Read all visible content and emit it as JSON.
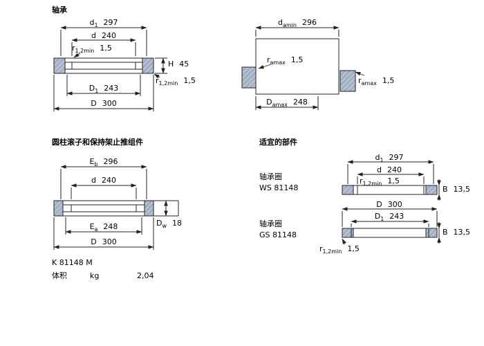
{
  "titles": {
    "top_left": "轴承",
    "bottom_left": "圆柱滚子和保持架止推组件",
    "bottom_right": "适宜的部件"
  },
  "colors": {
    "line": "#222222",
    "hatch_fill": "#b3bfd1",
    "hatch_stroke": "#64748b"
  },
  "bearing": {
    "d1": {
      "base": "d",
      "sub": "1",
      "value": "297"
    },
    "d": {
      "base": "d",
      "sub": "",
      "value": "240"
    },
    "r12_top": {
      "base": "r",
      "sub": "1,2min",
      "value": "1,5"
    },
    "H": {
      "base": "H",
      "sub": "",
      "value": "45"
    },
    "r12_bottom": {
      "base": "r",
      "sub": "1,2min",
      "value": "1,5"
    },
    "D1": {
      "base": "D",
      "sub": "1",
      "value": "243"
    },
    "D": {
      "base": "D",
      "sub": "",
      "value": "300"
    }
  },
  "abutment": {
    "da_min": {
      "base": "d",
      "sub": "amin",
      "value": "296"
    },
    "ra_max_inner": {
      "base": "r",
      "sub": "amax",
      "value": "1,5"
    },
    "ra_max_outer": {
      "base": "r",
      "sub": "amax",
      "value": "1,5"
    },
    "Da_max": {
      "base": "D",
      "sub": "amax",
      "value": "248"
    }
  },
  "assembly": {
    "Eb": {
      "base": "E",
      "sub": "b",
      "value": "296"
    },
    "d": {
      "base": "d",
      "sub": "",
      "value": "240"
    },
    "Dw": {
      "base": "D",
      "sub": "w",
      "value": "18"
    },
    "Ea": {
      "base": "E",
      "sub": "a",
      "value": "248"
    },
    "D": {
      "base": "D",
      "sub": "",
      "value": "300"
    },
    "designation": "K 81148 M",
    "mass_label": "体积",
    "mass_unit": "kg",
    "mass_value": "2,04"
  },
  "components": {
    "washer1": {
      "type_label": "轴承圈",
      "designation": "WS 81148",
      "d1": {
        "base": "d",
        "sub": "1",
        "value": "297"
      },
      "d": {
        "base": "d",
        "sub": "",
        "value": "240"
      },
      "r12": {
        "base": "r",
        "sub": "1,2min",
        "value": "1,5"
      },
      "B": {
        "base": "B",
        "sub": "",
        "value": "13,5"
      }
    },
    "washer2": {
      "type_label": "轴承圈",
      "designation": "GS 81148",
      "D": {
        "base": "D",
        "sub": "",
        "value": "300"
      },
      "D1": {
        "base": "D",
        "sub": "1",
        "value": "243"
      },
      "B": {
        "base": "B",
        "sub": "",
        "value": "13,5"
      },
      "r12": {
        "base": "r",
        "sub": "1,2min",
        "value": "1,5"
      }
    }
  }
}
